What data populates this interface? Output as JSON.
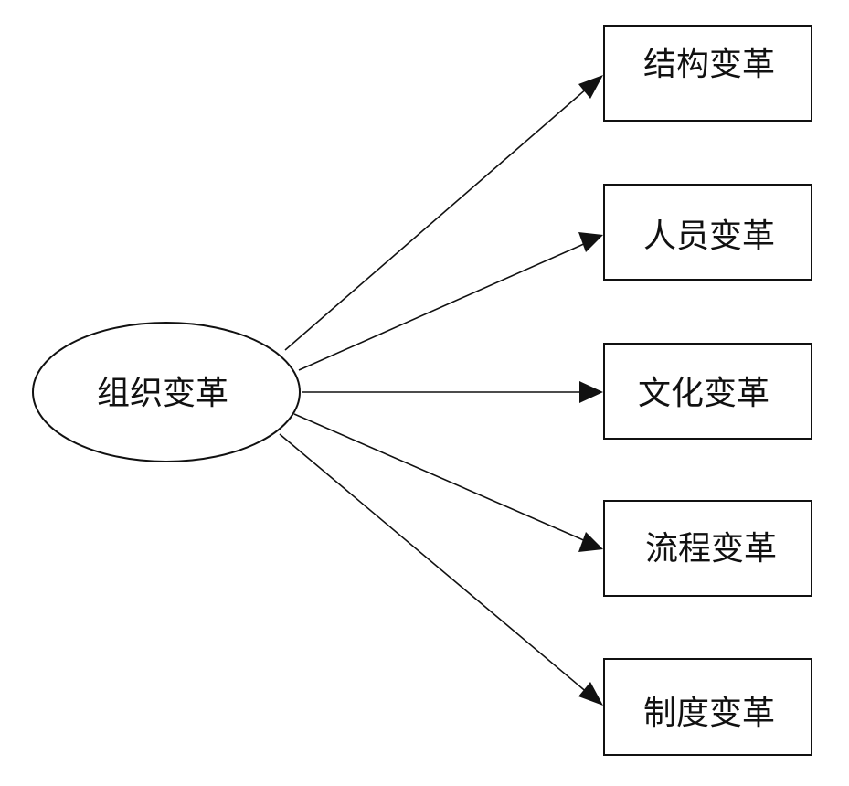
{
  "diagram": {
    "center": {
      "label": "组织变革"
    },
    "targets": [
      {
        "label": "结构变革"
      },
      {
        "label": "人员变革"
      },
      {
        "label": "文化变革"
      },
      {
        "label": "流程变革"
      },
      {
        "label": "制度变革"
      }
    ]
  }
}
